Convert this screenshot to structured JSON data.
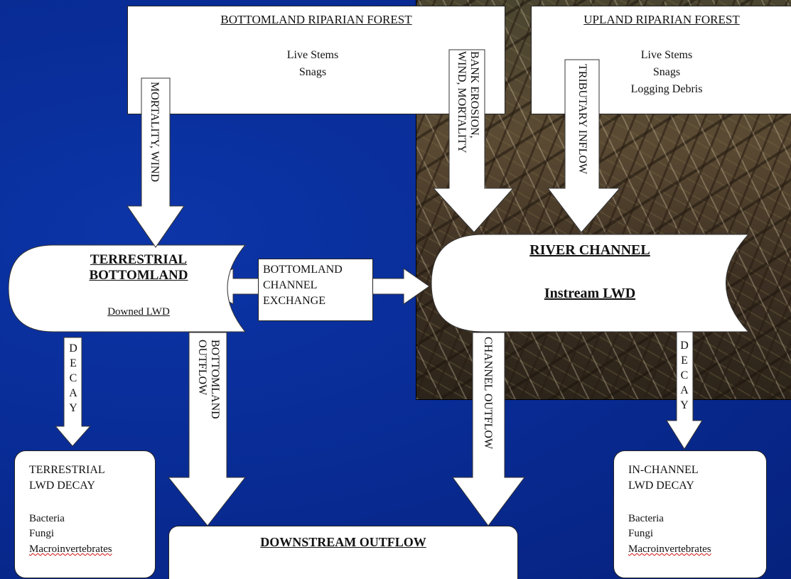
{
  "boxes": {
    "bottomland_forest": {
      "title": "BOTTOMLAND RIPARIAN FOREST",
      "items": [
        "Live Stems",
        "Snags"
      ]
    },
    "upland_forest": {
      "title": "UPLAND RIPARIAN FOREST",
      "items": [
        "Live Stems",
        "Snags",
        "Logging Debris"
      ]
    },
    "terrestrial_bottomland": {
      "title_lines": [
        "TERRESTRIAL",
        "BOTTOMLAND"
      ],
      "subtitle": "Downed LWD"
    },
    "river_channel": {
      "title": "RIVER CHANNEL",
      "subtitle": "Instream LWD"
    },
    "exchange": {
      "lines": [
        "BOTTOMLAND",
        "CHANNEL",
        "EXCHANGE"
      ]
    },
    "terrestrial_decay": {
      "title_lines": [
        "TERRESTRIAL",
        "LWD DECAY"
      ],
      "items": [
        "Bacteria",
        "Fungi",
        "Macroinvertebrates"
      ]
    },
    "inchannel_decay": {
      "title_lines": [
        "IN-CHANNEL",
        "LWD DECAY"
      ],
      "items": [
        "Bacteria",
        "Fungi",
        "Macroinvertebrates"
      ]
    },
    "downstream": {
      "title": "DOWNSTREAM OUTFLOW"
    }
  },
  "arrows": {
    "mortality_wind": "MORTALITY, WIND",
    "bank_erosion": [
      "BANK EROSION,",
      "WIND, MORTALITY"
    ],
    "tributary_inflow": "TRIBUTARY INFLOW",
    "decay_left": [
      "D",
      "E",
      "C",
      "A",
      "Y"
    ],
    "bottomland_outflow": [
      "BOTTOMLAND",
      "OUTFLOW"
    ],
    "channel_outflow": "CHANNEL OUTFLOW",
    "decay_right": [
      "D",
      "E",
      "C",
      "A",
      "Y"
    ]
  },
  "colors": {
    "background": "#0a2a94",
    "box_fill": "#ffffff",
    "text": "#111111"
  }
}
